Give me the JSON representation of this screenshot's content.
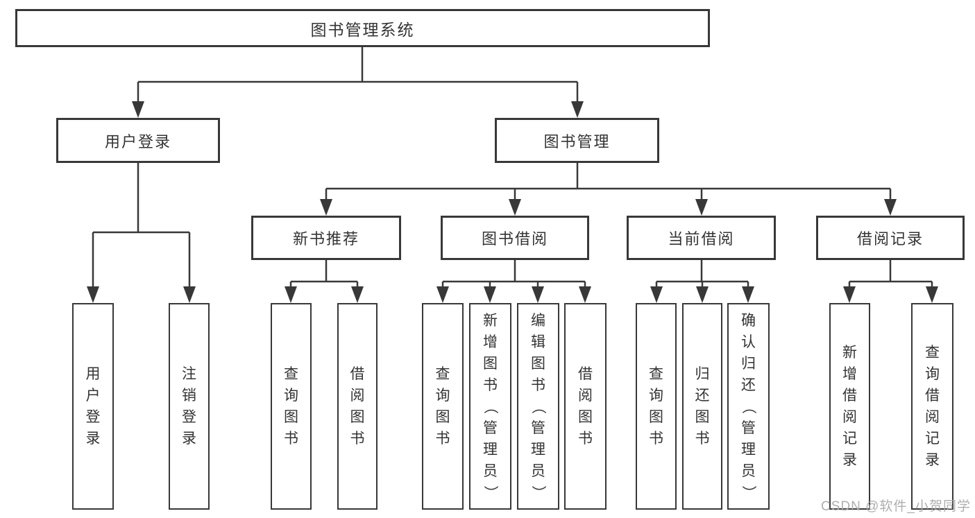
{
  "diagram": {
    "root": {
      "label": "图书管理系统"
    },
    "branches": [
      {
        "label": "用户登录",
        "children": [
          {
            "label": "用户登录"
          },
          {
            "label": "注销登录"
          }
        ]
      },
      {
        "label": "图书管理",
        "children": [
          {
            "label": "新书推荐",
            "children": [
              {
                "label": "查询图书"
              },
              {
                "label": "借阅图书"
              }
            ]
          },
          {
            "label": "图书借阅",
            "children": [
              {
                "label": "查询图书"
              },
              {
                "label": "新增图书（管理员）"
              },
              {
                "label": "编辑图书（管理员）"
              },
              {
                "label": "借阅图书"
              }
            ]
          },
          {
            "label": "当前借阅",
            "children": [
              {
                "label": "查询图书"
              },
              {
                "label": "归还图书"
              },
              {
                "label": "确认归还（管理员）"
              }
            ]
          },
          {
            "label": "借阅记录",
            "children": [
              {
                "label": "新增借阅记录"
              },
              {
                "label": "查询借阅记录"
              }
            ]
          }
        ]
      }
    ]
  },
  "watermark": {
    "text": "CSDN @软件_小贺同学"
  },
  "colors": {
    "line": "#383838",
    "box_border": "#383838",
    "text": "#333333",
    "watermark": "#aaaaaa",
    "background": "#ffffff"
  }
}
